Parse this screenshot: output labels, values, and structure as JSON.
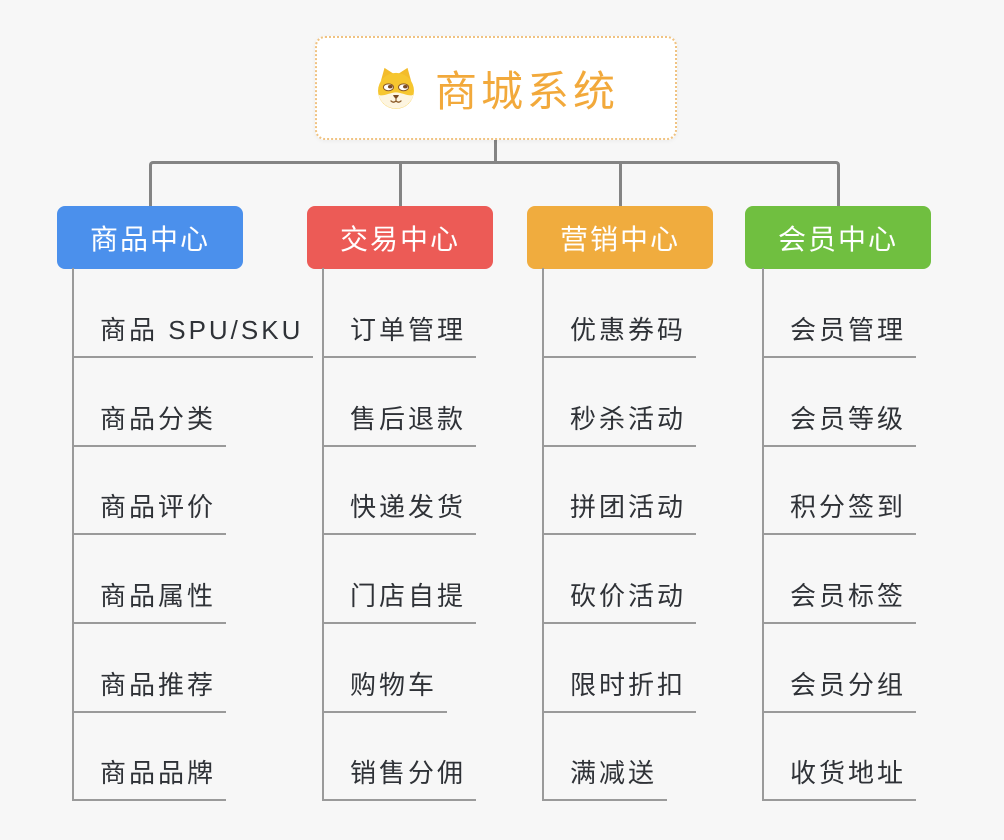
{
  "root": {
    "title": "商城系统",
    "icon": "dog-face-icon"
  },
  "branches": [
    {
      "label": "商品中心",
      "color": "#4B90EC",
      "children": [
        "商品 SPU/SKU",
        "商品分类",
        "商品评价",
        "商品属性",
        "商品推荐",
        "商品品牌"
      ]
    },
    {
      "label": "交易中心",
      "color": "#EC5B56",
      "children": [
        "订单管理",
        "售后退款",
        "快递发货",
        "门店自提",
        "购物车",
        "销售分佣"
      ]
    },
    {
      "label": "营销中心",
      "color": "#F0AC3E",
      "children": [
        "优惠券码",
        "秒杀活动",
        "拼团活动",
        "砍价活动",
        "限时折扣",
        "满减送"
      ]
    },
    {
      "label": "会员中心",
      "color": "#70BF40",
      "children": [
        "会员管理",
        "会员等级",
        "积分签到",
        "会员标签",
        "会员分组",
        "收货地址"
      ]
    }
  ],
  "colors": {
    "background": "#F7F7F7",
    "root_text": "#F2A93B",
    "root_border": "#F0C382",
    "connector": "#848484",
    "branch_line": "#9A9A9A",
    "leaf_text": "#2F3237"
  }
}
